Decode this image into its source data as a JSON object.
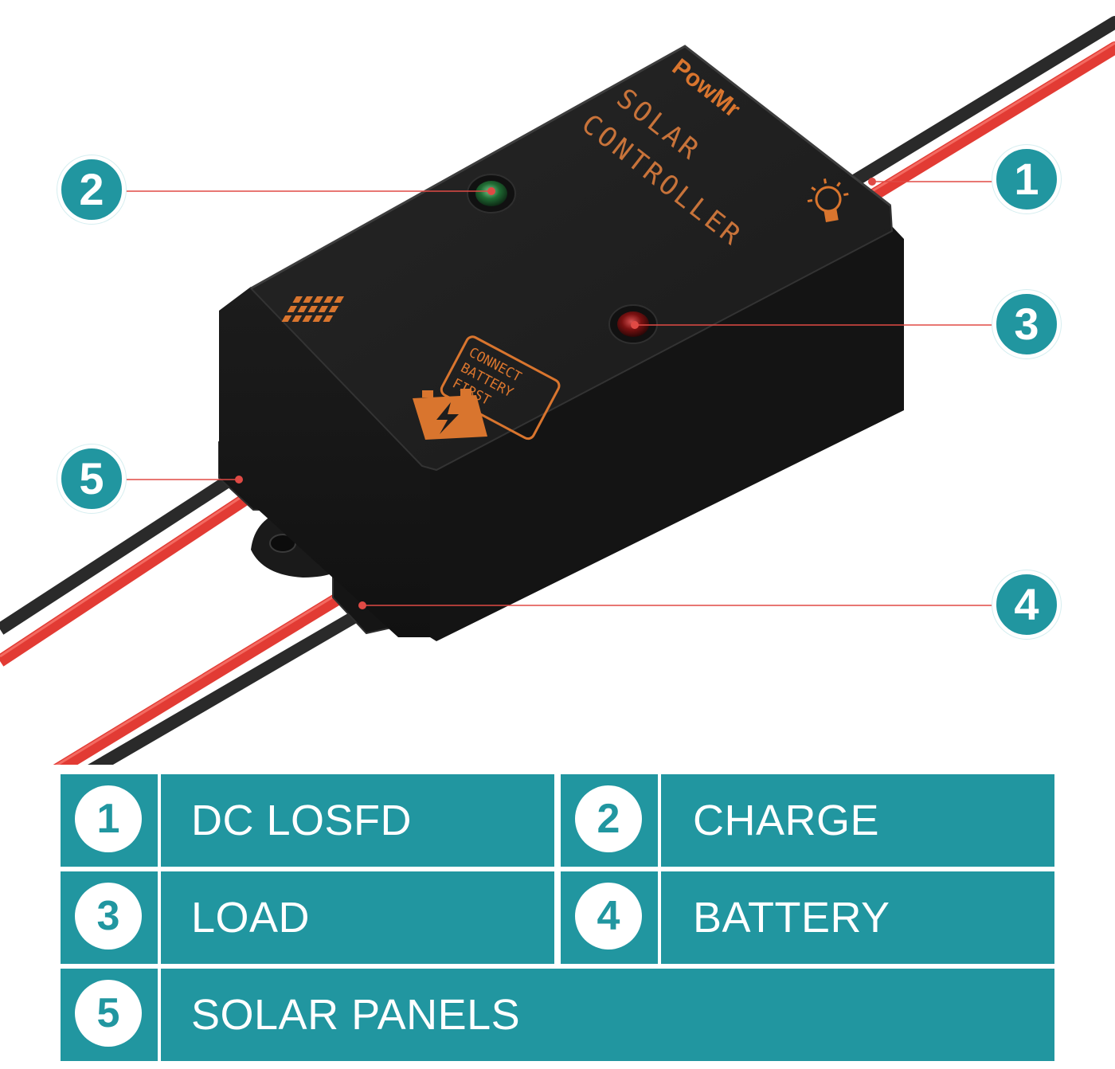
{
  "product": {
    "brand": "PowMr",
    "name_line1": "SOLAR",
    "name_line2": "CONTROLLER",
    "warning_line1": "CONNECT",
    "warning_line2": "BATTERY",
    "warning_line3": "FIRST"
  },
  "callouts": [
    "1",
    "2",
    "3",
    "4",
    "5"
  ],
  "legend": {
    "items": [
      {
        "number": "1",
        "label": "DC LOSFD"
      },
      {
        "number": "2",
        "label": "CHARGE"
      },
      {
        "number": "3",
        "label": "LOAD"
      },
      {
        "number": "4",
        "label": "BATTERY"
      },
      {
        "number": "5",
        "label": "SOLAR PANELS"
      }
    ]
  },
  "colors": {
    "teal": "#2196a0",
    "housing": "#1d1d1d",
    "print_orange": "#d9752e",
    "wire_red": "#e23b34",
    "wire_black": "#2a2a2a"
  }
}
